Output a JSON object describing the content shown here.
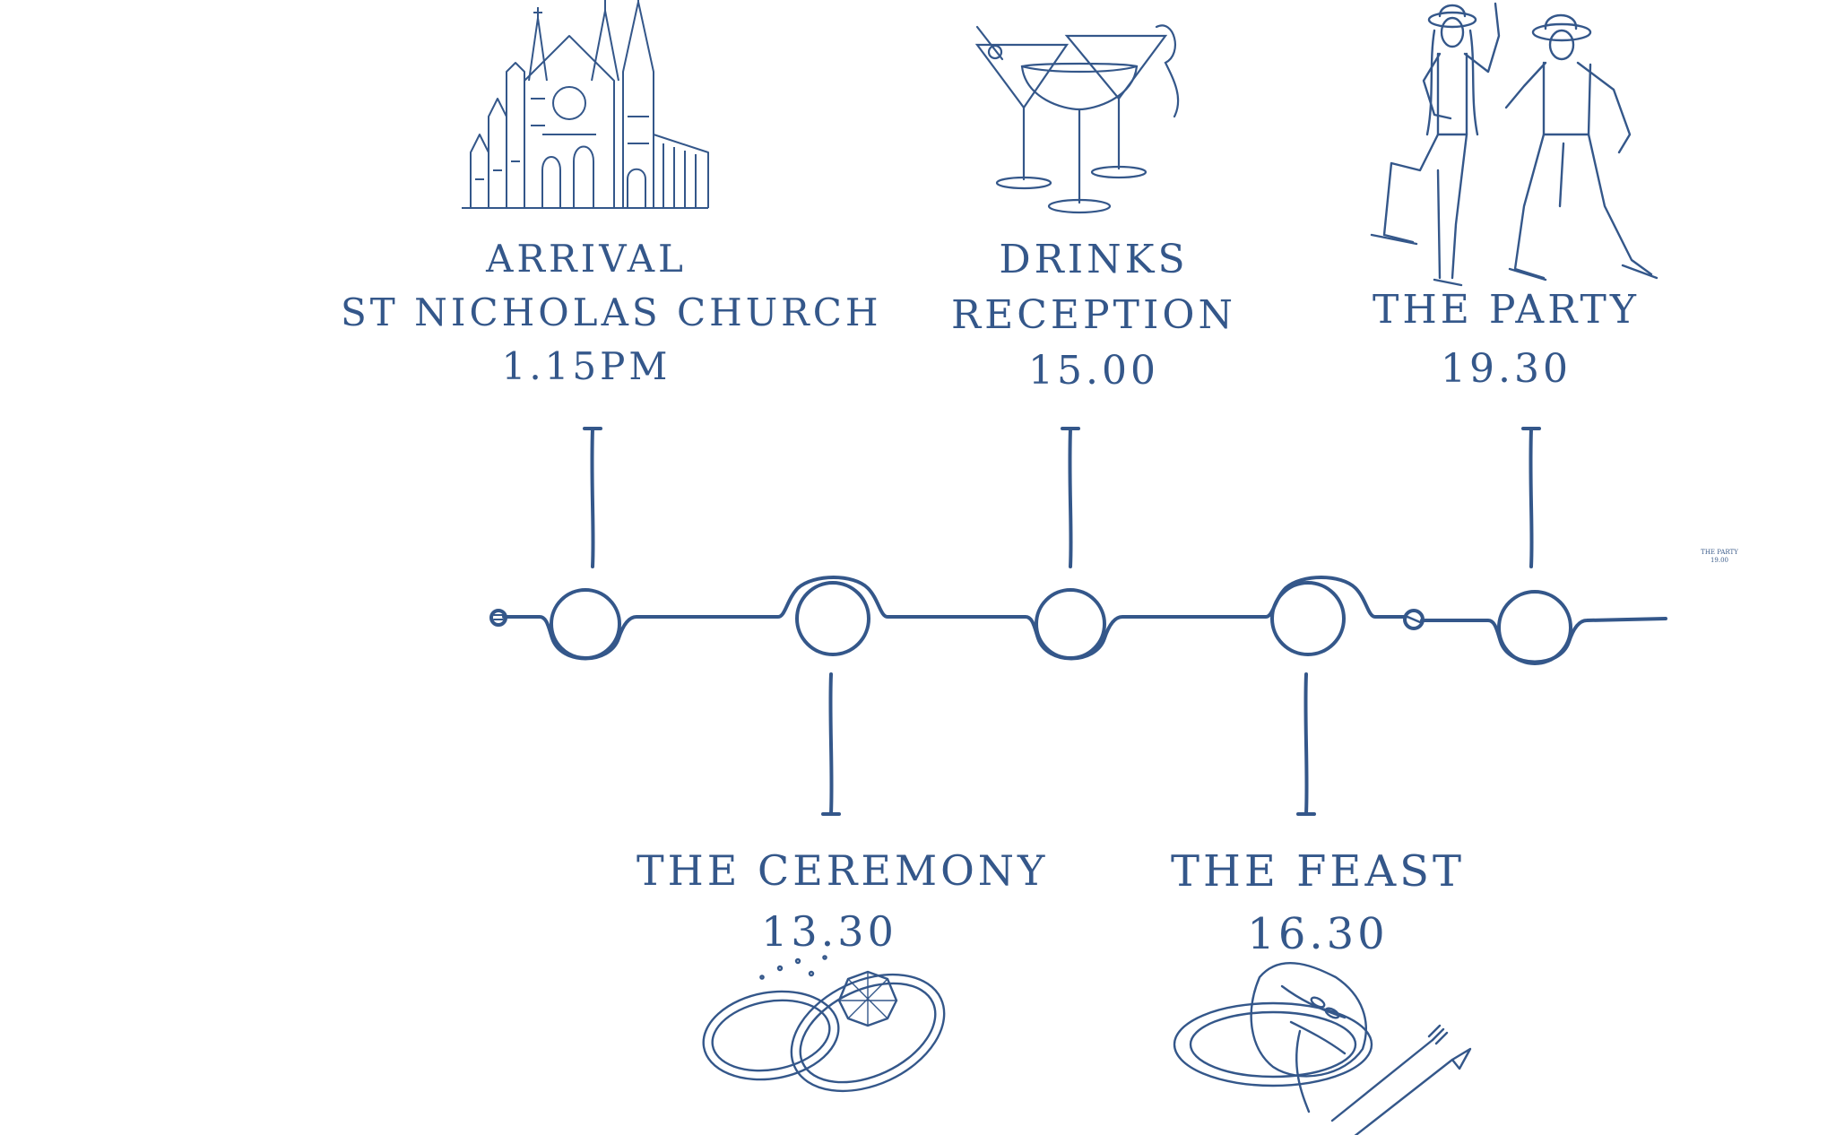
{
  "colors": {
    "ink": "#34578a",
    "background": "#ffffff"
  },
  "timeline": {
    "events": [
      {
        "id": "arrival",
        "title": "ARRIVAL",
        "subtitle": "ST NICHOLAS CHURCH",
        "time": "1.15PM",
        "illustration": "church-icon",
        "position": "above"
      },
      {
        "id": "ceremony",
        "title": "THE CEREMONY",
        "time": "13.30",
        "illustration": "wedding-rings-icon",
        "position": "below"
      },
      {
        "id": "drinks",
        "title": "DRINKS",
        "subtitle": "RECEPTION",
        "time": "15.00",
        "illustration": "cocktail-glasses-icon",
        "position": "above"
      },
      {
        "id": "feast",
        "title": "THE FEAST",
        "time": "16.30",
        "illustration": "dinner-plate-icon",
        "position": "below"
      },
      {
        "id": "party",
        "title": "THE PARTY",
        "time": "19.30",
        "illustration": "dancing-cowboys-icon",
        "position": "above"
      }
    ]
  },
  "stray_note": {
    "title": "THE PARTY",
    "time": "19.00"
  }
}
